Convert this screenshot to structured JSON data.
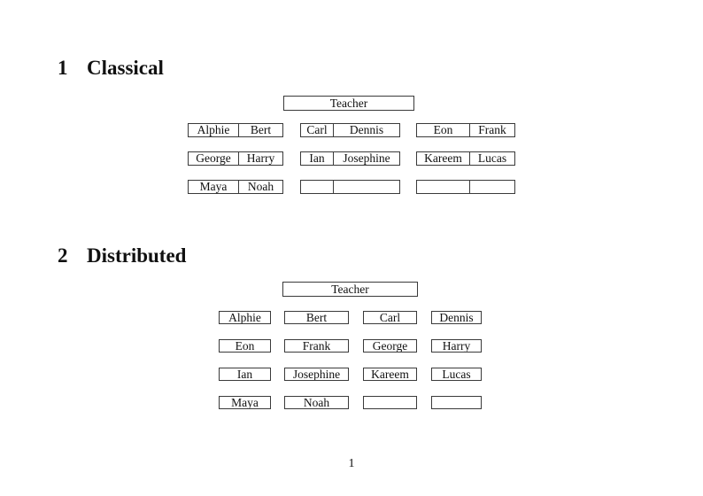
{
  "classical": {
    "number": "1",
    "title": "Classical",
    "teacher": "Teacher",
    "rows": [
      {
        "desks": [
          {
            "left": "Alphie",
            "right": "Bert"
          },
          {
            "left": "Carl",
            "right": "Dennis"
          },
          {
            "left": "Eon",
            "right": "Frank"
          }
        ]
      },
      {
        "desks": [
          {
            "left": "George",
            "right": "Harry"
          },
          {
            "left": "Ian",
            "right": "Josephine"
          },
          {
            "left": "Kareem",
            "right": "Lucas"
          }
        ]
      },
      {
        "desks": [
          {
            "left": "Maya",
            "right": "Noah"
          },
          {
            "left": "",
            "right": ""
          },
          {
            "left": "",
            "right": ""
          }
        ]
      }
    ]
  },
  "distributed": {
    "number": "2",
    "title": "Distributed",
    "teacher": "Teacher",
    "rows": [
      {
        "seats": [
          "Alphie",
          "Bert",
          "Carl",
          "Dennis"
        ]
      },
      {
        "seats": [
          "Eon",
          "Frank",
          "George",
          "Harry"
        ]
      },
      {
        "seats": [
          "Ian",
          "Josephine",
          "Kareem",
          "Lucas"
        ]
      },
      {
        "seats": [
          "Maya",
          "Noah",
          "",
          ""
        ]
      }
    ]
  },
  "page": {
    "number": "1"
  }
}
